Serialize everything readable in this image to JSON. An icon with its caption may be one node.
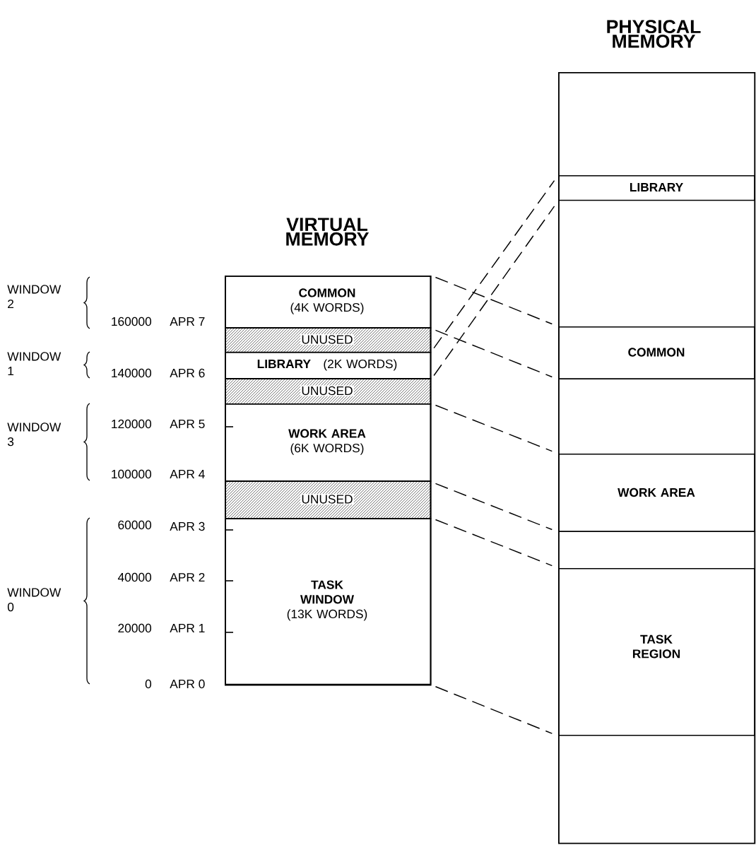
{
  "diagram": {
    "nodes": [
      {
        "text": [
          "VIRTUAL MEMORY"
        ]
      },
      {
        "text": [
          "COMMON",
          "(4K WORDS)"
        ],
        "in": 0
      },
      {
        "text": [
          "UNUSED"
        ],
        "in": 0
      },
      {
        "text": [
          "LIBRARY",
          "(2K WORDS)"
        ],
        "in": 0
      },
      {
        "text": [
          "UNUSED"
        ],
        "in": 0
      },
      {
        "text": [
          "WORK AREA",
          "(6K WORDS)"
        ],
        "in": 0
      },
      {
        "text": [
          "UNUSED"
        ],
        "in": 0
      },
      {
        "text": [
          "TASK WINDOW",
          "(13K WORDS)"
        ],
        "in": 0
      },
      {
        "text": [
          "PHYSICAL MEMORY"
        ]
      },
      {
        "text": [
          "LIBRARY"
        ],
        "in": 8
      },
      {
        "text": [
          "COMMON"
        ],
        "in": 8
      },
      {
        "text": [
          "WORK AREA"
        ],
        "in": 8
      },
      {
        "text": [
          "TASK REGION"
        ],
        "in": 8
      }
    ],
    "edges": [
      {
        "from": 1,
        "to": 10,
        "arrow": "none",
        "style": "dashed"
      },
      {
        "from": 1,
        "to": 10,
        "arrow": "none",
        "style": "dashed"
      },
      {
        "from": 3,
        "to": 9,
        "arrow": "none",
        "style": "dashed"
      },
      {
        "from": 3,
        "to": 9,
        "arrow": "none",
        "style": "dashed"
      },
      {
        "from": 5,
        "to": 11,
        "arrow": "none",
        "style": "dashed"
      },
      {
        "from": 5,
        "to": 11,
        "arrow": "none",
        "style": "dashed"
      },
      {
        "from": 7,
        "to": 12,
        "arrow": "none",
        "style": "dashed"
      },
      {
        "from": 7,
        "to": 12,
        "arrow": "none",
        "style": "dashed"
      }
    ],
    "labels": [
      "WINDOW 2",
      "160000",
      "APR 7",
      "WINDOW 1",
      "140000",
      "APR 6",
      "WINDOW 3",
      "120000",
      "APR 5",
      "100000",
      "APR 4",
      "60000",
      "APR 3",
      "40000",
      "APR 2",
      "WINDOW 0",
      "20000",
      "APR 1",
      "0",
      "APR 0"
    ]
  }
}
